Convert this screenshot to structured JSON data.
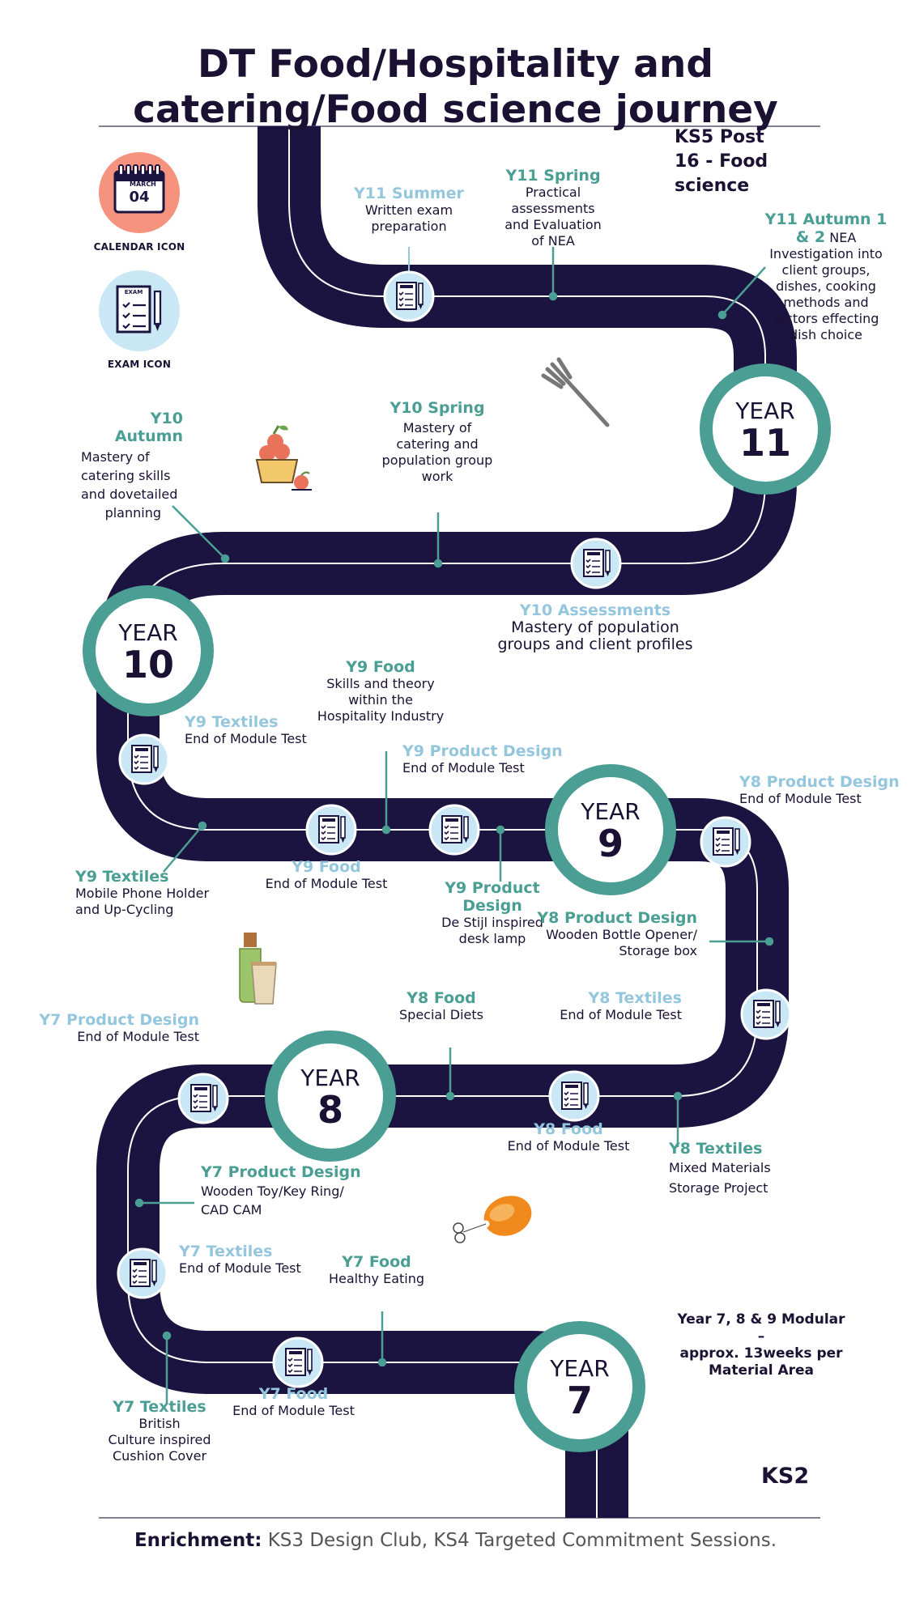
{
  "title": {
    "line1": "DT Food/Hospitality and",
    "line2": "catering/Food science journey"
  },
  "colors": {
    "road": "#1c1440",
    "teal": "#4a9e93",
    "light_blue": "#94c6de",
    "calendar_bg": "#f5937f",
    "exam_bg": "#c9e7f5"
  },
  "icons": {
    "calendar_label": "CALENDAR ICON",
    "calendar_month": "MARCH",
    "calendar_day": "04",
    "exam_label": "EXAM ICON",
    "exam_text": "EXAM"
  },
  "ks5": {
    "line1": "KS5 Post",
    "line2": "16 - Food",
    "line3": "science"
  },
  "ks2": "KS2",
  "years": [
    {
      "label": "YEAR",
      "number": "11"
    },
    {
      "label": "YEAR",
      "number": "10"
    },
    {
      "label": "YEAR",
      "number": "9"
    },
    {
      "label": "YEAR",
      "number": "8"
    },
    {
      "label": "YEAR",
      "number": "7"
    }
  ],
  "milestones": {
    "y11_summer": {
      "title": "Y11 Summer",
      "body1": "Written exam",
      "body2": "preparation"
    },
    "y11_spring": {
      "title": "Y11 Spring",
      "body1": "Practical",
      "body2": "assessments",
      "body3": "and Evaluation",
      "body4": "of NEA"
    },
    "y11_autumn": {
      "title1": "Y11 Autumn 1",
      "title2": "& 2",
      "title_suffix": "NEA",
      "body1": "Investigation into",
      "body2": "client groups,",
      "body3": "dishes, cooking",
      "body4": "methods and",
      "body5": "factors effecting",
      "body6": "dish choice"
    },
    "y10_autumn": {
      "title1": "Y10",
      "title2": "Autumn",
      "body1": "Mastery of",
      "body2": "catering skills",
      "body3": "and dovetailed",
      "body4": "planning"
    },
    "y10_spring": {
      "title": "Y10 Spring",
      "body1": "Mastery of",
      "body2": "catering and",
      "body3": "population group",
      "body4": "work"
    },
    "y10_assess": {
      "title": "Y10 Assessments",
      "body1": "Mastery of population",
      "body2": "groups and client profiles"
    },
    "y9_food_top": {
      "title": "Y9 Food",
      "body1": "Skills and theory",
      "body2": "within the",
      "body3": "Hospitality Industry"
    },
    "y9_textiles_test": {
      "title": "Y9 Textiles",
      "body": "End of Module Test"
    },
    "y9_pd_test": {
      "title": "Y9 Product Design",
      "body": "End of Module Test"
    },
    "y8_pd_test": {
      "title": "Y8 Product Design",
      "body": "End of Module Test"
    },
    "y9_textiles": {
      "title": "Y9 Textiles",
      "body1": "Mobile Phone Holder",
      "body2": "and Up-Cycling"
    },
    "y9_food_test": {
      "title": "Y9 Food",
      "body": "End of Module Test"
    },
    "y9_pd": {
      "title1": "Y9 Product",
      "title2": "Design",
      "body1": "De Stijl inspired",
      "body2": "desk lamp"
    },
    "y8_pd": {
      "title": "Y8 Product Design",
      "body1": "Wooden Bottle Opener/",
      "body2": "Storage box"
    },
    "y8_food_top": {
      "title": "Y8 Food",
      "body": "Special Diets"
    },
    "y8_textiles_test": {
      "title": "Y8 Textiles",
      "body": "End of Module Test"
    },
    "y7_pd_test": {
      "title": "Y7 Product Design",
      "body": "End of Module Test"
    },
    "y8_food_test": {
      "title": "Y8 Food",
      "body": "End of Module Test"
    },
    "y8_textiles": {
      "title": "Y8 Textiles",
      "body1": "Mixed Materials",
      "body2": "Storage Project"
    },
    "y7_pd": {
      "title": "Y7 Product Design",
      "body1": "Wooden Toy/Key Ring/",
      "body2": "CAD CAM"
    },
    "y7_textiles_test": {
      "title": "Y7 Textiles",
      "body": "End of Module Test"
    },
    "y7_food_top": {
      "title": "Y7 Food",
      "body": "Healthy Eating"
    },
    "y7_food_test": {
      "title": "Y7 Food",
      "body": "End of Module Test"
    },
    "y7_textiles": {
      "title": "Y7 Textiles",
      "body1": "British",
      "body2": "Culture inspired",
      "body3": "Cushion Cover"
    }
  },
  "modular_note": {
    "line1": "Year 7, 8 & 9 Modular –",
    "line2": "approx. 13weeks per",
    "line3": "Material Area"
  },
  "enrichment": {
    "label": "Enrichment:",
    "text": " KS3 Design Club, KS4 Targeted Commitment Sessions."
  }
}
